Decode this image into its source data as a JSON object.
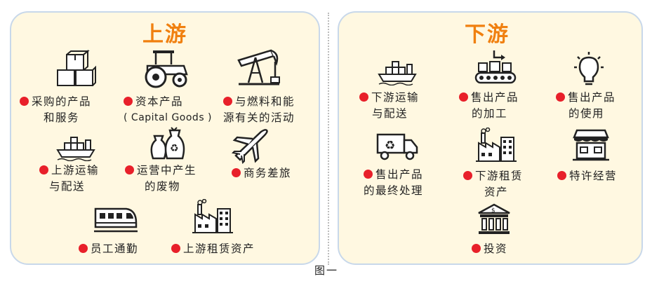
{
  "upstream": {
    "title": "上游",
    "items": [
      {
        "line1": "采购的产品",
        "line2": "和服务",
        "icon": "boxes-icon"
      },
      {
        "line1": "资本产品",
        "line2": "( Capital Goods )",
        "icon": "tractor-icon"
      },
      {
        "line1": "与燃料和能",
        "line2": "源有关的活动",
        "icon": "oil-pump-icon"
      },
      {
        "line1": "上游运输",
        "line2": "与配送",
        "icon": "cargo-ship-icon"
      },
      {
        "line1": "运营中产生",
        "line2": "的废物",
        "icon": "waste-bags-icon"
      },
      {
        "line1": "商务差旅",
        "line2": "",
        "icon": "airplane-icon"
      },
      {
        "line1": "员工通勤",
        "line2": "",
        "icon": "train-icon"
      },
      {
        "line1": "上游租赁资产",
        "line2": "",
        "icon": "factory-icon"
      }
    ]
  },
  "downstream": {
    "title": "下游",
    "items": [
      {
        "line1": "下游运输",
        "line2": "与配送",
        "icon": "cargo-ship-icon"
      },
      {
        "line1": "售出产品",
        "line2": "的加工",
        "icon": "conveyor-icon"
      },
      {
        "line1": "售出产品",
        "line2": "的使用",
        "icon": "lightbulb-icon"
      },
      {
        "line1": "售出产品",
        "line2": "的最终处理",
        "icon": "recycling-truck-icon"
      },
      {
        "line1": "下游租赁",
        "line2": "资产",
        "icon": "factory-icon"
      },
      {
        "line1": "特许经营",
        "line2": "",
        "icon": "storefront-icon"
      },
      {
        "line1": "投资",
        "line2": "",
        "icon": "bank-icon"
      }
    ]
  },
  "caption": "图一",
  "colors": {
    "accent": "#f08010",
    "bullet": "#e8202a",
    "panel": "#fff8e1",
    "border": "#c8d8ea"
  }
}
